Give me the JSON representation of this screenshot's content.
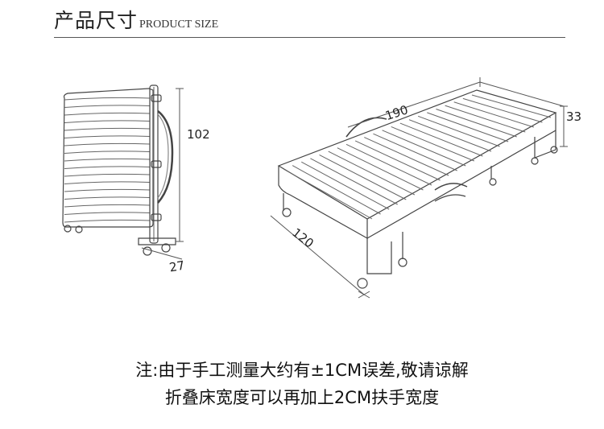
{
  "header": {
    "title_cn": "产品尺寸",
    "title_en": "PRODUCT SIZE"
  },
  "folded": {
    "height_label": "102",
    "depth_label": "27"
  },
  "unfolded": {
    "length_label": "190",
    "width_label": "120",
    "height_label": "33"
  },
  "notes": {
    "line1": "注:由于手工测量大约有±1CM误差,敬请谅解",
    "line2": "折叠床宽度可以再加上2CM扶手宽度"
  },
  "colors": {
    "line": "#555555",
    "stroke": "#444444"
  }
}
